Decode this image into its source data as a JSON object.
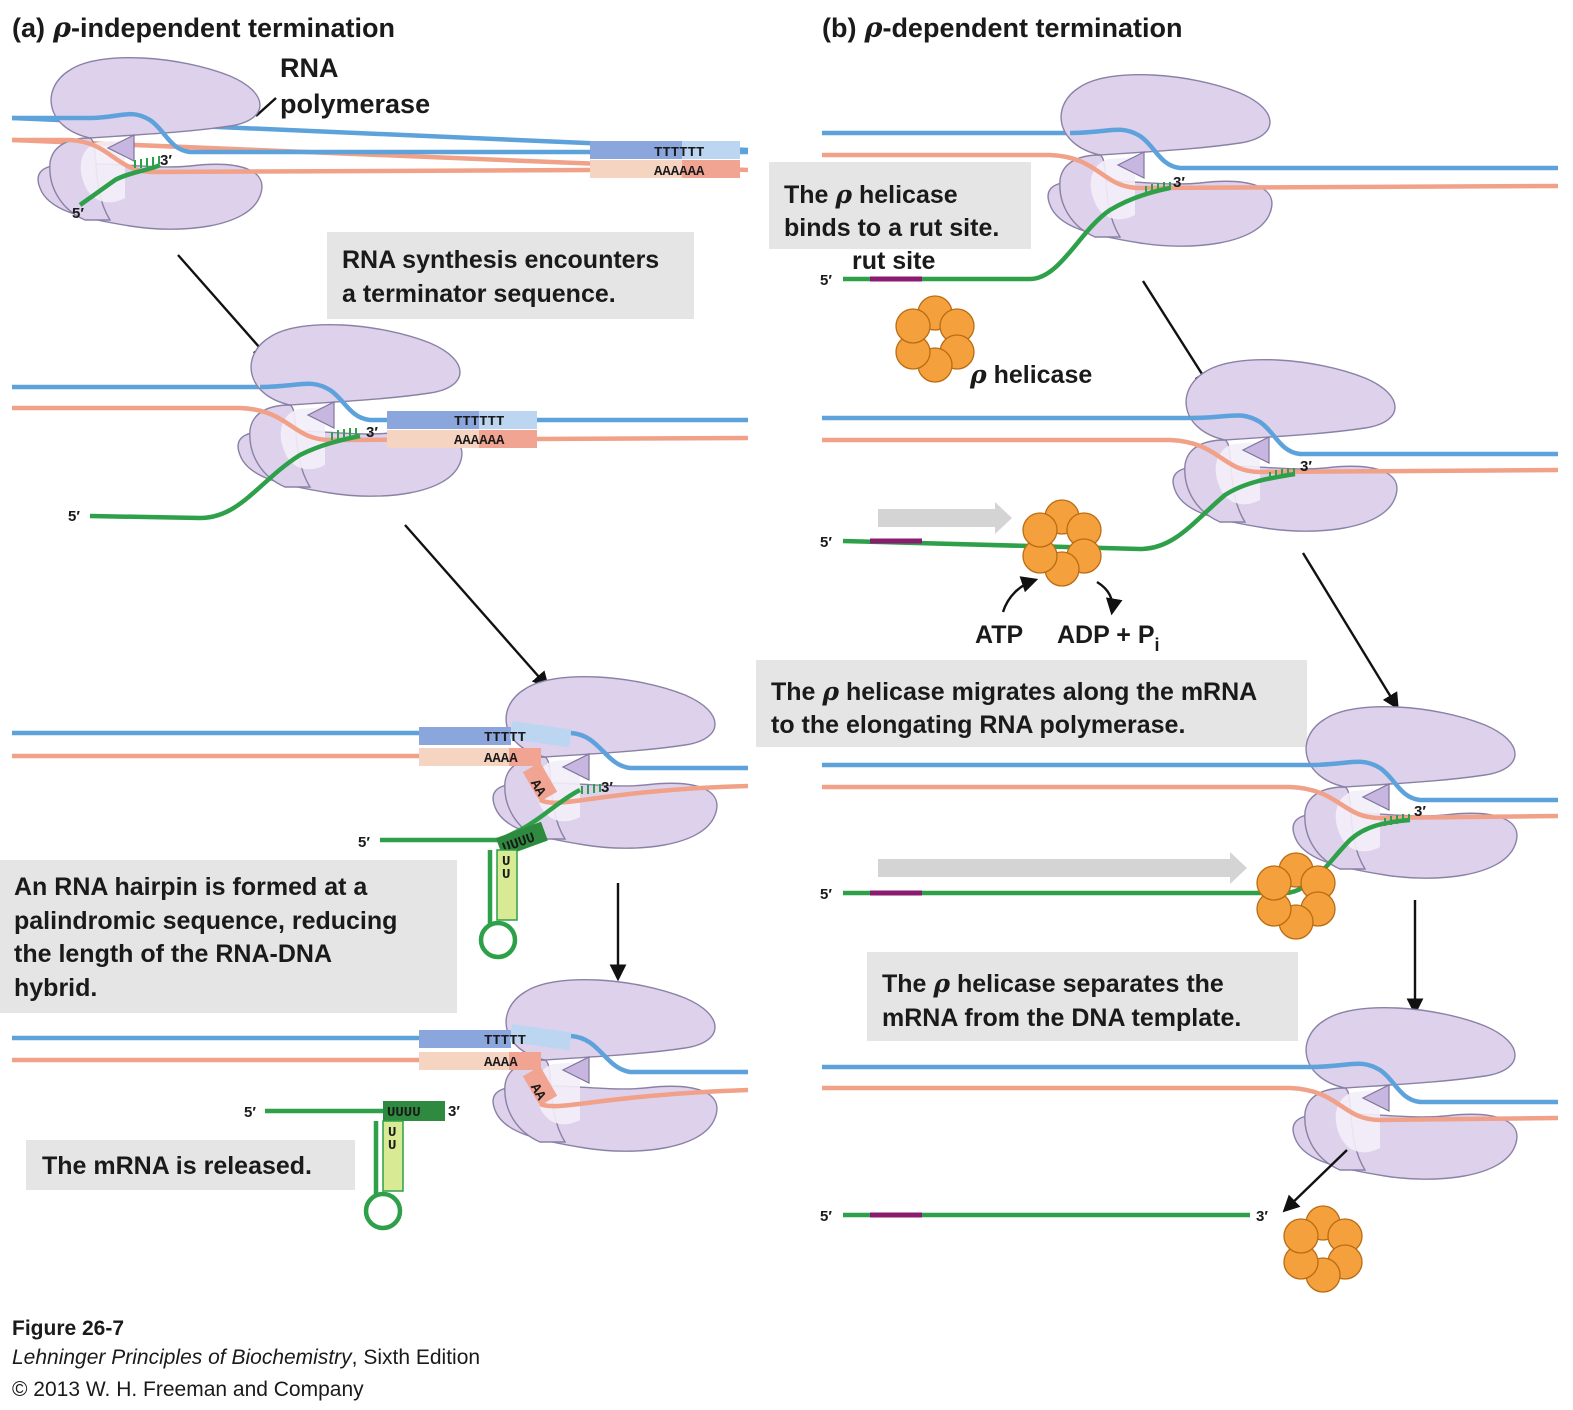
{
  "panel_a": {
    "title_letter": "(a)",
    "title_rho": "ρ",
    "title_rest": "-independent termination",
    "rna_polymerase_line1": "RNA",
    "rna_polymerase_line2": "polymerase",
    "seq_t": "TTTTTT",
    "seq_a": "AAAAAA",
    "seq_t_short": "TTTTT",
    "seq_a_short": "AAAA",
    "seq_aa": "AA",
    "seq_uuuu": "UUUU",
    "seq_u": "U",
    "prime5": "5′",
    "prime3": "3′",
    "caption_1_line1": "RNA synthesis encounters",
    "caption_1_line2": "a terminator sequence.",
    "caption_2_line1": "An RNA hairpin is formed at a",
    "caption_2_line2": "palindromic sequence, reducing",
    "caption_2_line3": "the length of the RNA-DNA",
    "caption_2_line4": "hybrid.",
    "caption_3": "The mRNA is released."
  },
  "panel_b": {
    "title_letter": "(b)",
    "title_rho": "ρ",
    "title_rest": "-dependent termination",
    "caption_1_line1_a": "The ",
    "caption_1_line1_b": " helicase",
    "caption_1_line2": "binds to a rut site.",
    "rut_site": "rut site",
    "rho_helicase": " helicase",
    "atp": "ATP",
    "adp": "ADP + P",
    "pi_sub": "i",
    "caption_2_line1_b": " helicase migrates along the mRNA",
    "caption_2_line2": "to the elongating RNA polymerase.",
    "caption_3_line1_b": " helicase separates the",
    "caption_3_line2": "mRNA from the DNA template.",
    "rho": "ρ"
  },
  "footer": {
    "figure": "Figure 26-7",
    "book": "Lehninger Principles of Biochemistry",
    "edition": ", Sixth Edition",
    "copyright": "© 2013 W. H. Freeman and Company"
  },
  "colors": {
    "dna_top": "#5ea2dc",
    "dna_bottom": "#f0a188",
    "rna": "#2ea04a",
    "rut_site": "#8a1b6e",
    "polymerase": "#ddd1ec",
    "helicase": "#f4a03c",
    "caption_box": "#e5e5e5"
  }
}
